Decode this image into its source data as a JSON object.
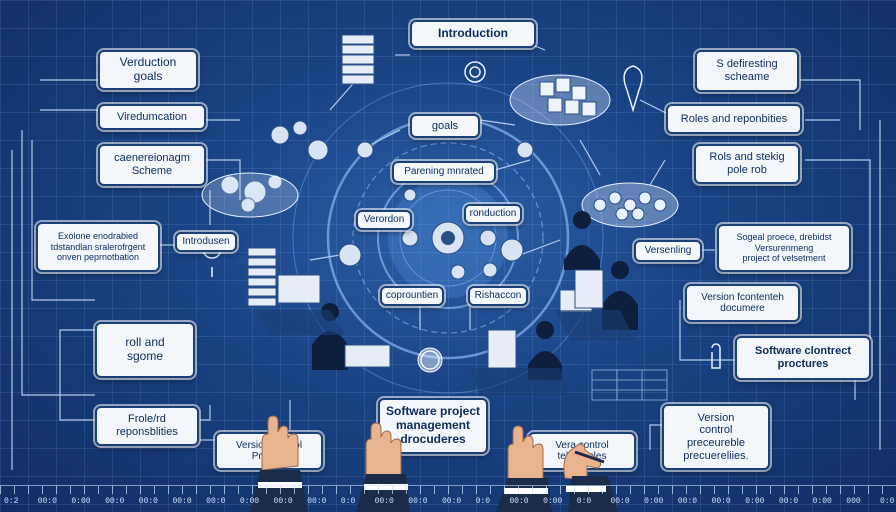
{
  "boxes": {
    "introduction": "Introduction",
    "verduction_goals": "Verduction\ngoals",
    "viredumcation": "Viredumcation",
    "caenereionagm_scheme": "caenereionagm\nScheme",
    "goals": "goals",
    "parening_mnrated": "Parening mnrated",
    "verordon": "Verordon",
    "ronduction": "ronduction",
    "coprountien": "coprountien",
    "rishaccon": "Rishaccon",
    "introdusen": "Introdusen",
    "exolone": "Exolone enodrabied\ntdstandlan sralerofrgent\nonven peprnotbation",
    "roll_and_sgome": "roll and\nsgome",
    "frole_reponsblities": "Frole/rd\nreponsblities",
    "version_control_procurs": "Version control\nProcurs",
    "software_pm_drocuderes": "Software project\nmanagement\ndrocuderes",
    "vera_control_telahnrples": "Vera   control\ntelahnrples",
    "s_defiresting_scheame": "S defiresting\nscheame",
    "roles_and_reponbities": "Roles and reponbities",
    "rols_and_stekig_pole_rob": "Rols and stekig\npole rob",
    "sogeal_proece": "Sogеal proece, drebidst\nVersurenmeng\nproject of velsetment",
    "versenling": "Versenling",
    "version_fcontenteh_documere": "Version fcontenteh\ndocumere",
    "software_clontrect_proctures": "Software clontrect\nproctures",
    "version_control_precuretible": "Version\ncontrol\npreceureble\nprecuereliies."
  },
  "ruler_ticks": [
    "0:2",
    "00:0",
    "0:00",
    "00:0",
    "00:0",
    "00:0",
    "00:0",
    "0:00",
    "00:0",
    "00:0",
    "0:0",
    "00:0",
    "00:0",
    "00:0",
    "0:0",
    "00:0",
    "0:00",
    "0:0",
    "00:0",
    "0:00",
    "00:0",
    "00:0",
    "0:00",
    "00:0",
    "0:00",
    "000",
    "0:0"
  ],
  "colors": {
    "background": "#1a4486",
    "box_fill": "#f3f6fb",
    "box_border": "#1b3f77",
    "wire": "#cfe3ff",
    "text": "#0c2c5c"
  }
}
